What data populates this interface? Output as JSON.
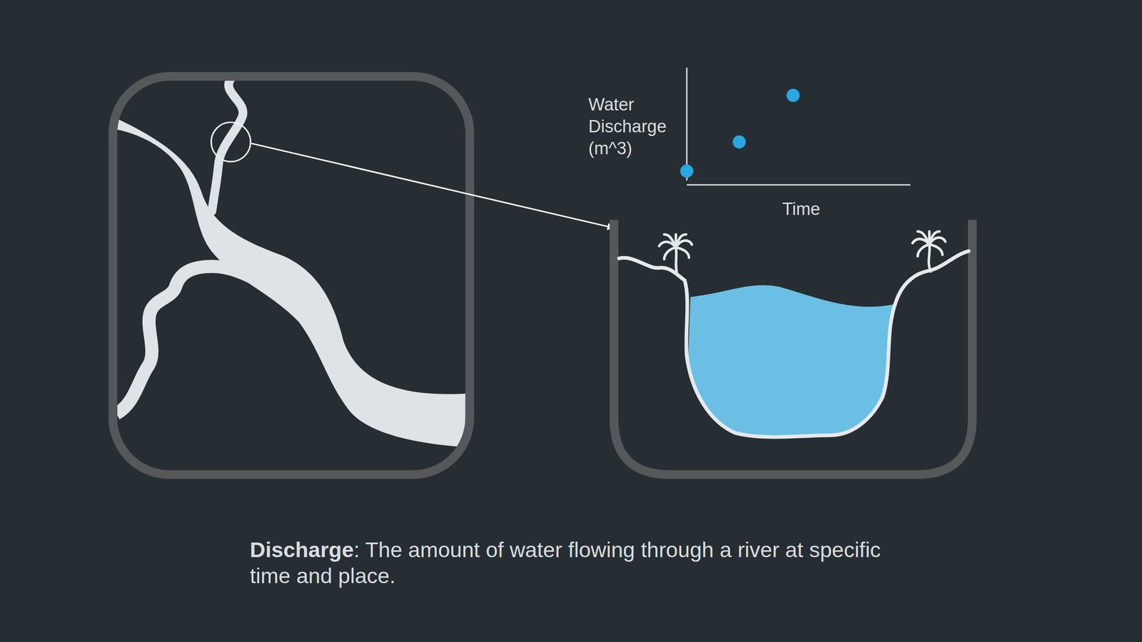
{
  "diagram": {
    "labels": [
      "Water Discharge (m^3)",
      "Time",
      "Discharge",
      ": The amount of water flowing through a river at specific time and place."
    ]
  }
}
